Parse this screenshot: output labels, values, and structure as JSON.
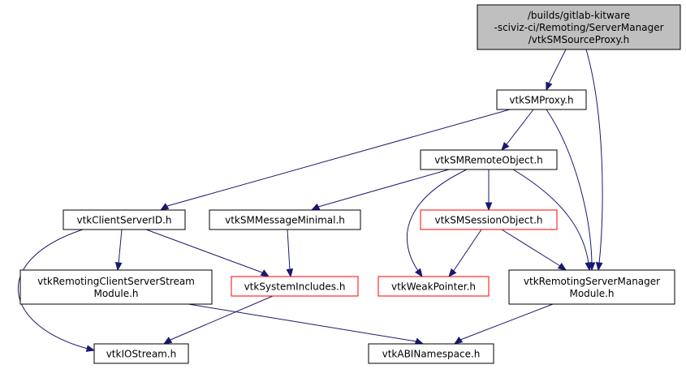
{
  "colors": {
    "edge": "#191970",
    "root_fill": "#bfbfbf",
    "normal_border": "#000000",
    "truncated_border": "#ff0000"
  },
  "nodes": {
    "root": {
      "lines": [
        "/builds/gitlab-kitware",
        "-sciviz-ci/Remoting/ServerManager",
        "/vtkSMSourceProxy.h"
      ],
      "style": "root"
    },
    "smproxy": {
      "lines": [
        "vtkSMProxy.h"
      ],
      "style": "normal"
    },
    "smremoteobject": {
      "lines": [
        "vtkSMRemoteObject.h"
      ],
      "style": "normal"
    },
    "clientserverid": {
      "lines": [
        "vtkClientServerID.h"
      ],
      "style": "normal"
    },
    "smmessageminimal": {
      "lines": [
        "vtkSMMessageMinimal.h"
      ],
      "style": "normal"
    },
    "smsessionobject": {
      "lines": [
        "vtkSMSessionObject.h"
      ],
      "style": "truncated"
    },
    "remotingclientserverstream": {
      "lines": [
        "vtkRemotingClientServerStream",
        "Module.h"
      ],
      "style": "normal"
    },
    "systemincludes": {
      "lines": [
        "vtkSystemIncludes.h"
      ],
      "style": "truncated"
    },
    "weakpointer": {
      "lines": [
        "vtkWeakPointer.h"
      ],
      "style": "truncated"
    },
    "remotingservermanager": {
      "lines": [
        "vtkRemotingServerManager",
        "Module.h"
      ],
      "style": "normal"
    },
    "iostream": {
      "lines": [
        "vtkIOStream.h"
      ],
      "style": "normal"
    },
    "abinamespace": {
      "lines": [
        "vtkABINamespace.h"
      ],
      "style": "normal"
    }
  },
  "edges": [
    [
      "root",
      "smproxy"
    ],
    [
      "root",
      "remotingservermanager"
    ],
    [
      "smproxy",
      "smremoteobject"
    ],
    [
      "smproxy",
      "clientserverid"
    ],
    [
      "smproxy",
      "remotingservermanager"
    ],
    [
      "smremoteobject",
      "smmessageminimal"
    ],
    [
      "smremoteobject",
      "smsessionobject"
    ],
    [
      "smremoteobject",
      "weakpointer"
    ],
    [
      "smremoteobject",
      "remotingservermanager"
    ],
    [
      "clientserverid",
      "remotingclientserverstream"
    ],
    [
      "clientserverid",
      "systemincludes"
    ],
    [
      "clientserverid",
      "iostream"
    ],
    [
      "smmessageminimal",
      "systemincludes"
    ],
    [
      "smsessionobject",
      "weakpointer"
    ],
    [
      "smsessionobject",
      "remotingservermanager"
    ],
    [
      "remotingclientserverstream",
      "abinamespace"
    ],
    [
      "systemincludes",
      "iostream"
    ],
    [
      "remotingservermanager",
      "abinamespace"
    ]
  ]
}
